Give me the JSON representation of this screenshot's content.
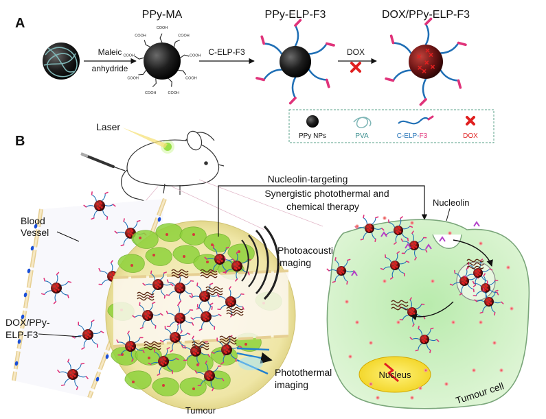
{
  "panel_a": {
    "letter": "A",
    "titles": {
      "ppy_ma": "PPy-MA",
      "ppy_elp_f3": "PPy-ELP-F3",
      "dox_ppy_elp_f3": "DOX/PPy-ELP-F3"
    },
    "arrows": {
      "step1_line1": "Maleic",
      "step1_line2": "anhydride",
      "step2": "C-ELP-F3",
      "step3": "DOX"
    },
    "cooh": "COOH",
    "legend": {
      "ppy": "PPy NPs",
      "pva": "PVA",
      "elp_part": "C-ELP-",
      "f3_part": "F3",
      "dox": "DOX"
    }
  },
  "panel_b": {
    "letter": "B",
    "laser": "Laser",
    "blood_vessel_line1": "Blood",
    "blood_vessel_line2": "Vessel",
    "dox_label_line1": "DOX/PPy-",
    "dox_label_line2": "ELP-F3",
    "targeting": "Nucleolin-targeting",
    "synergy_line1": "Synergistic photothermal and",
    "synergy_line2": "chemical therapy",
    "photoacoustic_line1": "Photoacoustic",
    "photoacoustic_line2": "imaging",
    "photothermal_line1": "Photothermal",
    "photothermal_line2": "imaging",
    "tumour": "Tumour",
    "nucleolin": "Nucleolin",
    "nucleus": "Nucleus",
    "tumour_cell": "Tumour cell"
  },
  "colors": {
    "np_black": "#1a1a1a",
    "elp_blue": "#1f6fb5",
    "f3_pink": "#e0337a",
    "dox_red": "#e02020",
    "pva_teal": "#3a8f8f",
    "tumour_green": "#8fd33c",
    "cell_green": "#cdeec0",
    "nucleus_yellow": "#f2e03a",
    "vessel_beige": "#f3e2b8",
    "nucleolin_purple": "#b23fc8"
  }
}
